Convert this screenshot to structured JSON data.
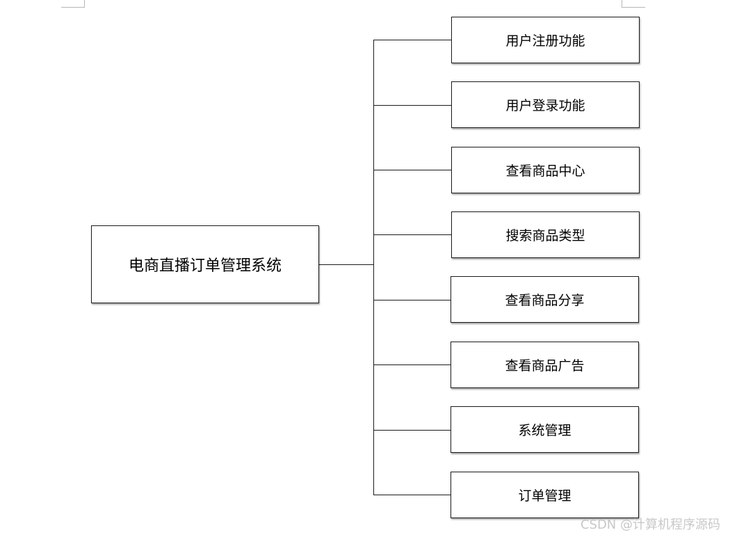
{
  "diagram": {
    "root": {
      "label": "电商直播订单管理系统"
    },
    "children": [
      {
        "label": "用户注册功能"
      },
      {
        "label": "用户登录功能"
      },
      {
        "label": "查看商品中心"
      },
      {
        "label": "搜索商品类型"
      },
      {
        "label": "查看商品分享"
      },
      {
        "label": "查看商品广告"
      },
      {
        "label": "系统管理"
      },
      {
        "label": "订单管理"
      }
    ]
  },
  "watermark": "CSDN @计算机程序源码",
  "colors": {
    "line": "#1a1a1a",
    "box_border": "#1a1a1a",
    "background": "#ffffff",
    "watermark": "#c8c8c8"
  }
}
